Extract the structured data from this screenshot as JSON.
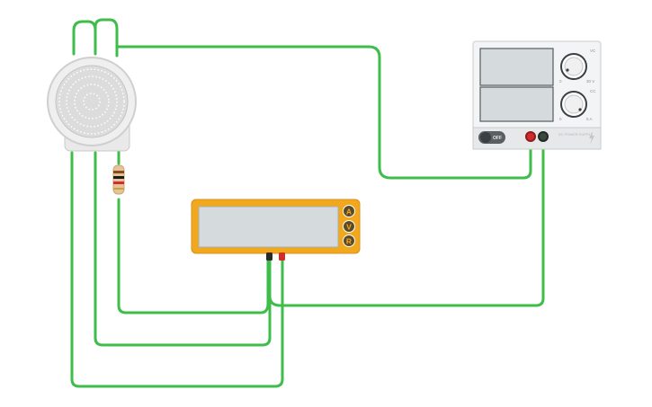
{
  "power_supply": {
    "voltage_knob_label": "VC",
    "voltage_min": "0",
    "voltage_max": "30 V",
    "current_knob_label": "CC",
    "current_min": "0",
    "current_max": "5 A",
    "switch_label": "OFF",
    "brand_text": "DC POWER SUPPLY",
    "voltage_display": "",
    "current_display": ""
  },
  "multimeter": {
    "display": "",
    "mode_buttons": [
      "A",
      "V",
      "R"
    ]
  },
  "colors": {
    "wire": "#3fbd4a",
    "multimeter_body": "#f2a81d",
    "display": "#d5dadd",
    "probe_red": "#d12b2b",
    "probe_black": "#2a2a2a"
  }
}
